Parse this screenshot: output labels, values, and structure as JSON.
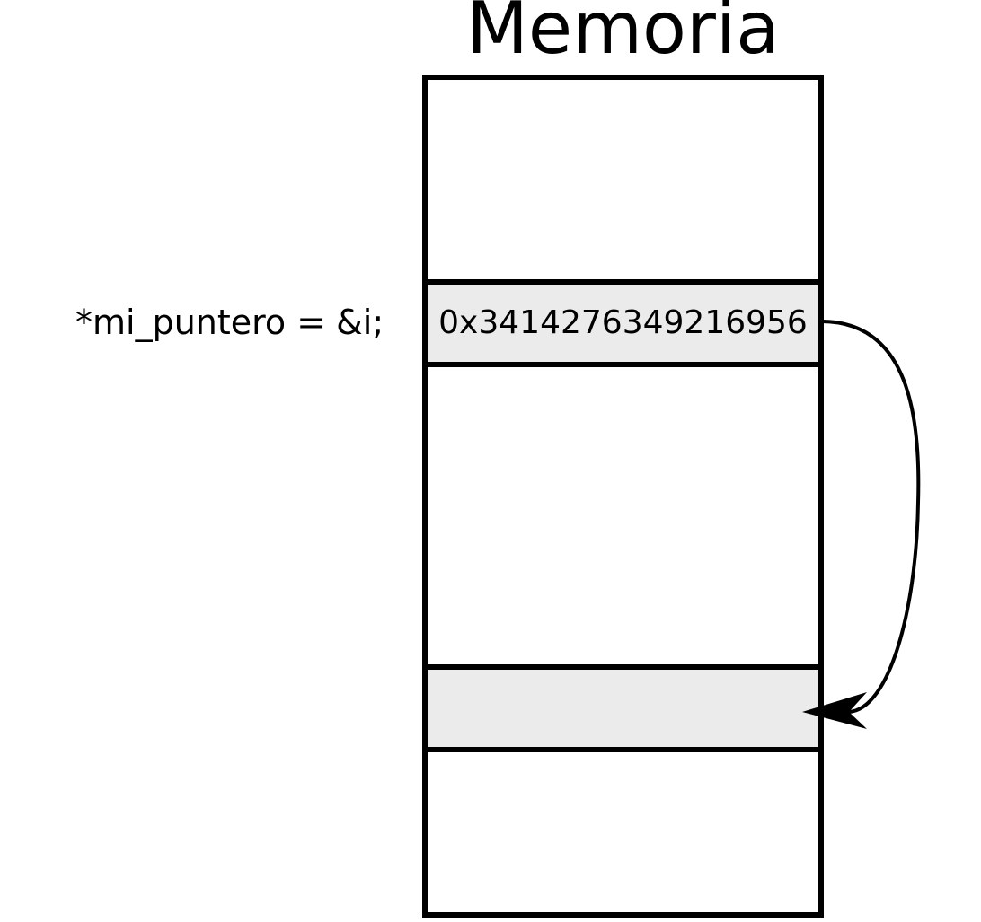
{
  "diagram": {
    "title": "Memoria",
    "code_label": "*mi_puntero = &i;",
    "pointer_cell_value": "0x3414276349216956"
  },
  "colors": {
    "stroke": "#000000",
    "highlighted_cell_fill": "#ebebeb",
    "background": "#ffffff"
  }
}
